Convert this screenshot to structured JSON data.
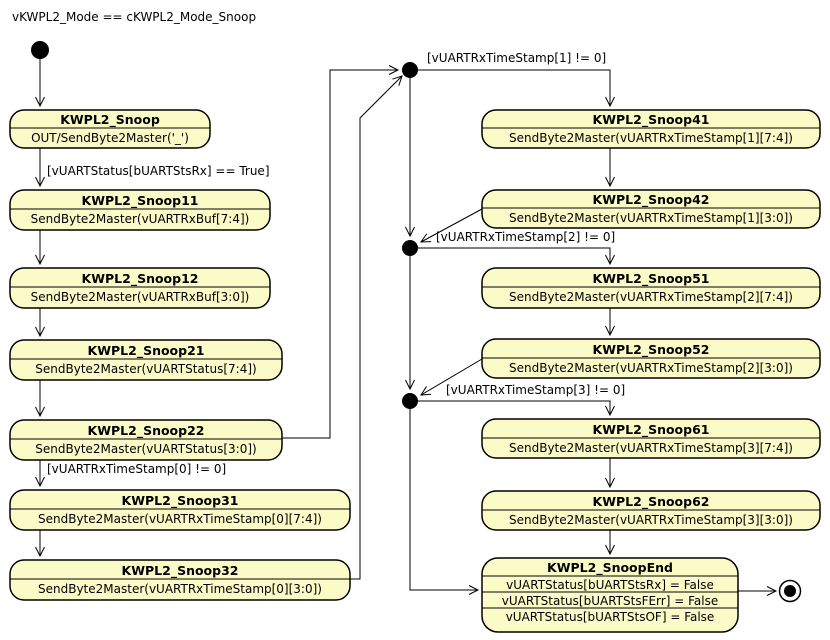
{
  "colors": {
    "state_fill": "#fbfbc8",
    "state_stroke": "#000000",
    "background": "#ffffff",
    "line": "#000000"
  },
  "header": {
    "condition": "vKWPL2_Mode == cKWPL2_Mode_Snoop"
  },
  "states": {
    "snoop": {
      "title": "KWPL2_Snoop",
      "body": [
        "OUT/SendByte2Master('_')"
      ]
    },
    "snoop11": {
      "title": "KWPL2_Snoop11",
      "body": [
        "SendByte2Master(vUARTRxBuf[7:4])"
      ]
    },
    "snoop12": {
      "title": "KWPL2_Snoop12",
      "body": [
        "SendByte2Master(vUARTRxBuf[3:0])"
      ]
    },
    "snoop21": {
      "title": "KWPL2_Snoop21",
      "body": [
        "SendByte2Master(vUARTStatus[7:4])"
      ]
    },
    "snoop22": {
      "title": "KWPL2_Snoop22",
      "body": [
        "SendByte2Master(vUARTStatus[3:0])"
      ]
    },
    "snoop31": {
      "title": "KWPL2_Snoop31",
      "body": [
        "SendByte2Master(vUARTRxTimeStamp[0][7:4])"
      ]
    },
    "snoop32": {
      "title": "KWPL2_Snoop32",
      "body": [
        "SendByte2Master(vUARTRxTimeStamp[0][3:0])"
      ]
    },
    "snoop41": {
      "title": "KWPL2_Snoop41",
      "body": [
        "SendByte2Master(vUARTRxTimeStamp[1][7:4])"
      ]
    },
    "snoop42": {
      "title": "KWPL2_Snoop42",
      "body": [
        "SendByte2Master(vUARTRxTimeStamp[1][3:0])"
      ]
    },
    "snoop51": {
      "title": "KWPL2_Snoop51",
      "body": [
        "SendByte2Master(vUARTRxTimeStamp[2][7:4])"
      ]
    },
    "snoop52": {
      "title": "KWPL2_Snoop52",
      "body": [
        "SendByte2Master(vUARTRxTimeStamp[2][3:0])"
      ]
    },
    "snoop61": {
      "title": "KWPL2_Snoop61",
      "body": [
        "SendByte2Master(vUARTRxTimeStamp[3][7:4])"
      ]
    },
    "snoop62": {
      "title": "KWPL2_Snoop62",
      "body": [
        "SendByte2Master(vUARTRxTimeStamp[3][3:0])"
      ]
    },
    "snoopEnd": {
      "title": "KWPL2_SnoopEnd",
      "body": [
        "vUARTStatus[bUARTStsRx] = False",
        "vUARTStatus[bUARTStsFErr] = False",
        "vUARTStatus[bUARTStsOF] = False"
      ]
    }
  },
  "guards": {
    "rx_true": "[vUARTStatus[bUARTStsRx] == True]",
    "ts0": "[vUARTRxTimeStamp[0] != 0]",
    "ts1": "[vUARTRxTimeStamp[1] != 0]",
    "ts2": "[vUARTRxTimeStamp[2] != 0]",
    "ts3": "[vUARTRxTimeStamp[3] != 0]"
  }
}
